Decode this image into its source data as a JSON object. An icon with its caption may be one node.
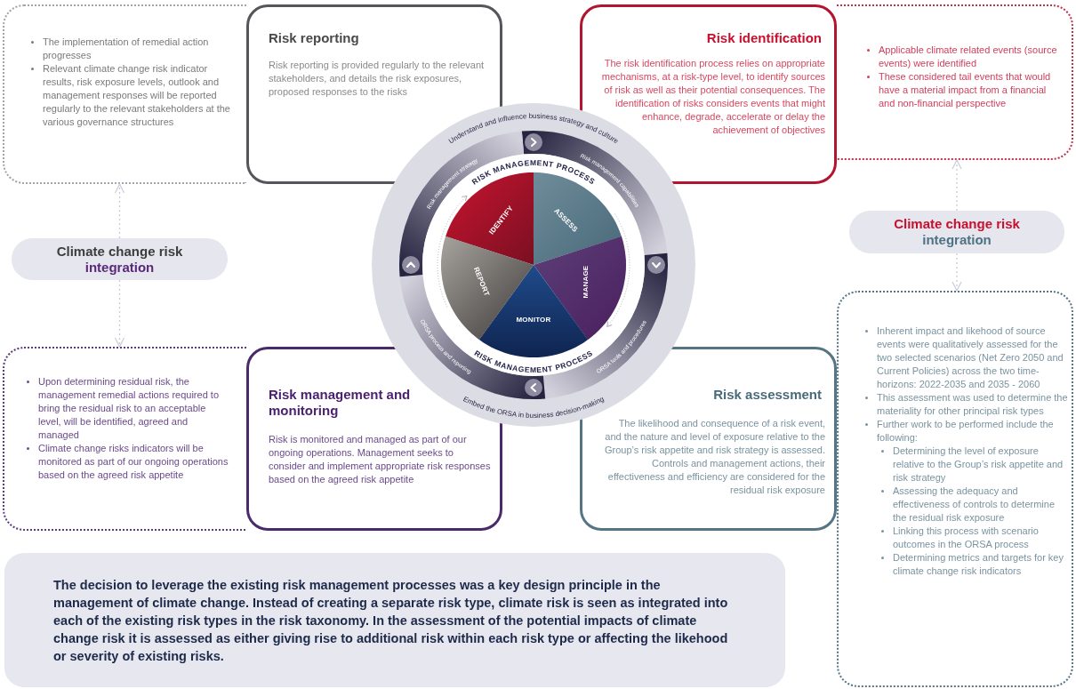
{
  "diagram": {
    "nodes": [
      {
        "text": [
          "The implementation of remedial action progresses",
          "Relevant climate change risk indicator results, risk exposure levels, outlook and management responses will be reported regularly to the relevant stakeholders at the various governance structures"
        ]
      },
      {
        "text": [
          "Risk reporting",
          "Risk reporting is provided regularly to the relevant stakeholders, and details the risk exposures, proposed responses to the risks"
        ]
      },
      {
        "text": [
          "Risk identification",
          "The risk identification process relies on appropriate mechanisms, at a risk-type level, to identify sources of risk as well as their potential consequences. The identification of risks considers events that might enhance, degrade, accelerate or delay the achievement of objectives"
        ]
      },
      {
        "text": [
          "Applicable climate related events (source events) were identified",
          "These considered tail events that would have a material impact from a financial and non-financial perspective"
        ]
      },
      {
        "text": [],
        "shape": "circle"
      },
      {
        "text": [
          "IDENTIFY"
        ],
        "in": 4
      },
      {
        "text": [
          "ASSESS"
        ],
        "in": 4
      },
      {
        "text": [
          "MANAGE"
        ],
        "in": 4
      },
      {
        "text": [
          "MONITOR"
        ],
        "in": 4
      },
      {
        "text": [
          "REPORT"
        ],
        "in": 4
      },
      {
        "text": [
          "Climate change risk",
          "integration"
        ]
      },
      {
        "text": [
          "Climate change risk",
          "integration"
        ]
      },
      {
        "text": [
          "Upon determining residual risk, the management remedial actions required to bring the residual risk to an acceptable level, will be identified, agreed and managed",
          "Climate change risks indicators will be monitored as part of our ongoing operations based on the agreed risk appetite"
        ]
      },
      {
        "text": [
          "Risk management and monitoring",
          "Risk is monitored and managed as part of our ongoing operations. Management seeks to consider and implement appropriate risk responses based on the agreed risk appetite"
        ]
      },
      {
        "text": [
          "Risk assessment",
          "The likelihood and consequence of a risk event, and the nature and level of exposure relative to the Group’s risk appetite and risk strategy is assessed. Controls and management actions, their effectiveness and efficiency are considered for the residual risk exposure"
        ]
      },
      {
        "text": [
          "Inherent impact and likehood of source events were qualitatively assessed for the two selected scenarios (Net Zero 2050 and Current Policies) across the two time-horizons: 2022-2035 and 2035 - 2060",
          "This assessment was used to determine the materiality for other principal risk types",
          "Further work to be performed include the following:",
          "Determining the level of exposure relative to the Group’s risk appetite and risk strategy",
          "Assessing the adequacy and effectiveness of controls to determine the residual risk exposure",
          "Linking this process with scenario outcomes in the ORSA process",
          "Determining metrics and targets for key climate change risk indicators"
        ]
      },
      {
        "text": [
          "The decision to leverage the existing risk management processes was a key design principle in the management of climate change. Instead of creating a separate risk type, climate risk is seen as integrated into each of the existing risk types in the risk taxonomy. In the assessment of the potential impacts of climate change risk it is assessed as either giving rise to additional risk within each risk type or affecting the likehood or severity of existing risks."
        ]
      }
    ],
    "edges": [
      {
        "from": 10,
        "to": 0,
        "arrow": "to",
        "style": "dashed"
      },
      {
        "from": 10,
        "to": 12,
        "arrow": "to",
        "style": "dashed"
      },
      {
        "from": 11,
        "to": 3,
        "arrow": "to",
        "style": "dashed"
      },
      {
        "from": 11,
        "to": 15,
        "arrow": "to",
        "style": "dashed"
      },
      {
        "from": 9,
        "to": 5,
        "arrow": "to",
        "style": "dashed"
      },
      {
        "from": 6,
        "to": 7,
        "arrow": "to",
        "style": "dashed"
      }
    ],
    "labels": [
      "Understand and influence business strategy and culture",
      "Risk management capabilities",
      "RISK MANAGEMENT PROCESS",
      "Risk management strategy",
      "ORSA tools and procedures",
      "ORSA process and reporting",
      "RISK MANAGEMENT PROCESS",
      "Embed the ORSA in business decision-making"
    ]
  }
}
